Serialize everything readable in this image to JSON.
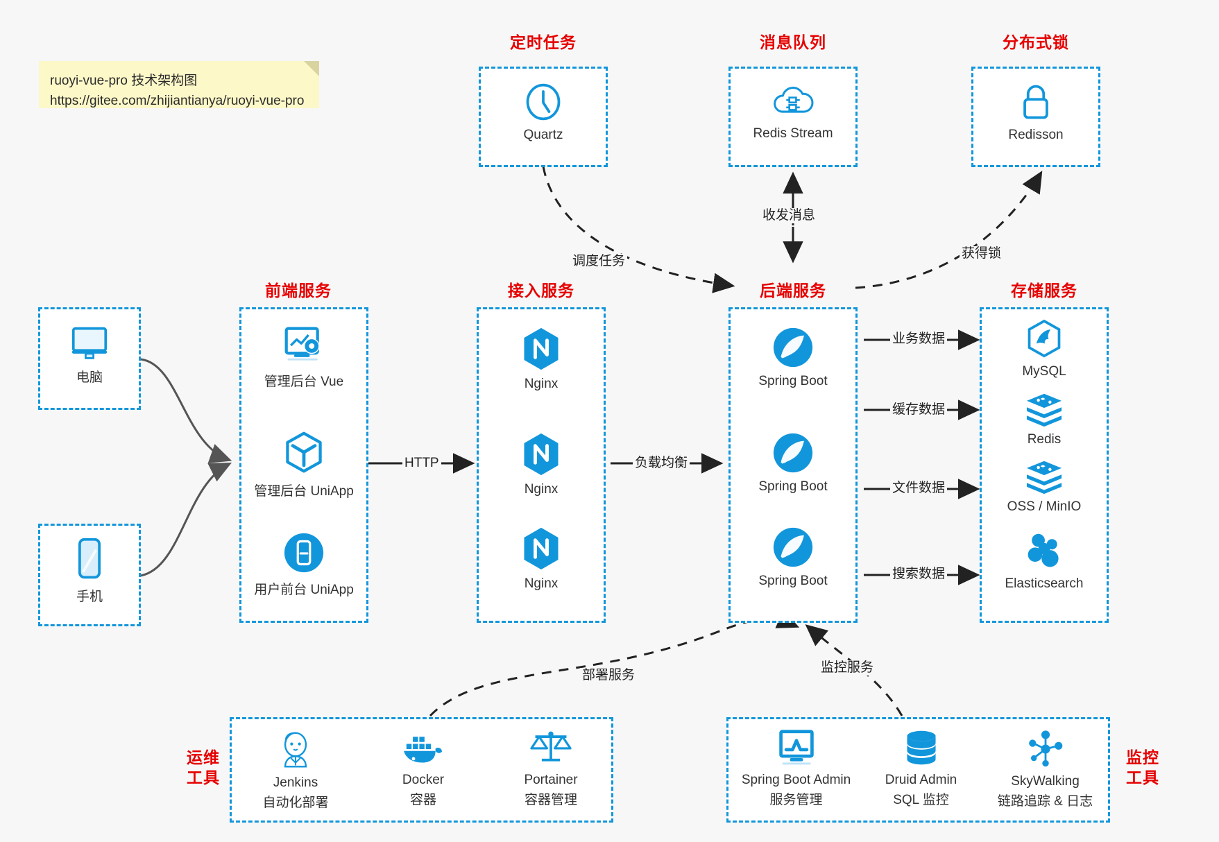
{
  "note": {
    "line1": "ruoyi-vue-pro 技术架构图",
    "line2": "https://gitee.com/zhijiantianya/ruoyi-vue-pro"
  },
  "colors": {
    "accent": "#1296db",
    "group_title": "#e60000",
    "caption": "#333333",
    "background": "#f7f7f7",
    "note_bg": "#fcf8c8",
    "arrow": "#222222",
    "curve_arrow": "#555555"
  },
  "groups": {
    "scheduler": {
      "title": "定时任务",
      "nodes": [
        {
          "label": "Quartz",
          "icon": "clock-icon"
        }
      ]
    },
    "mq": {
      "title": "消息队列",
      "nodes": [
        {
          "label": "Redis Stream",
          "icon": "cloud-stream-icon"
        }
      ]
    },
    "lock": {
      "title": "分布式锁",
      "nodes": [
        {
          "label": "Redisson",
          "icon": "lock-icon"
        }
      ]
    },
    "clients": {
      "nodes": [
        {
          "label": "电脑",
          "icon": "desktop-monitor-icon"
        },
        {
          "label": "手机",
          "icon": "mobile-phone-icon"
        }
      ]
    },
    "frontend": {
      "title": "前端服务",
      "nodes": [
        {
          "label": "管理后台 Vue",
          "icon": "dashboard-settings-icon"
        },
        {
          "label": "管理后台 UniApp",
          "icon": "cube-icon"
        },
        {
          "label": "用户前台 UniApp",
          "icon": "app-circle-icon"
        }
      ]
    },
    "gateway": {
      "title": "接入服务",
      "nodes": [
        {
          "label": "Nginx",
          "icon": "nginx-icon"
        },
        {
          "label": "Nginx",
          "icon": "nginx-icon"
        },
        {
          "label": "Nginx",
          "icon": "nginx-icon"
        }
      ]
    },
    "backend": {
      "title": "后端服务",
      "nodes": [
        {
          "label": "Spring Boot",
          "icon": "spring-boot-icon"
        },
        {
          "label": "Spring Boot",
          "icon": "spring-boot-icon"
        },
        {
          "label": "Spring Boot",
          "icon": "spring-boot-icon"
        }
      ]
    },
    "storage": {
      "title": "存储服务",
      "nodes": [
        {
          "label": "MySQL",
          "icon": "mysql-icon"
        },
        {
          "label": "Redis",
          "icon": "redis-icon"
        },
        {
          "label": "OSS / MinIO",
          "icon": "oss-icon"
        },
        {
          "label": "Elasticsearch",
          "icon": "elasticsearch-icon"
        }
      ]
    },
    "devops": {
      "title_line1": "运维",
      "title_line2": "工具",
      "nodes": [
        {
          "label": "Jenkins",
          "sub": "自动化部署",
          "icon": "jenkins-icon"
        },
        {
          "label": "Docker",
          "sub": "容器",
          "icon": "docker-icon"
        },
        {
          "label": "Portainer",
          "sub": "容器管理",
          "icon": "scales-icon"
        }
      ]
    },
    "monitoring": {
      "title_line1": "监控",
      "title_line2": "工具",
      "nodes": [
        {
          "label": "Spring Boot Admin",
          "sub": "服务管理",
          "icon": "monitor-chart-icon"
        },
        {
          "label": "Druid Admin",
          "sub": "SQL 监控",
          "icon": "database-stack-icon"
        },
        {
          "label": "SkyWalking",
          "sub": "链路追踪 & 日志",
          "icon": "skywalking-icon"
        }
      ]
    }
  },
  "edges": {
    "http": "HTTP",
    "load_balance": "负载均衡",
    "schedule_task": "调度任务",
    "send_receive_message": "收发消息",
    "acquire_lock": "获得锁",
    "business_data": "业务数据",
    "cache_data": "缓存数据",
    "file_data": "文件数据",
    "search_data": "搜索数据",
    "deploy_service": "部署服务",
    "monitor_service": "监控服务"
  }
}
